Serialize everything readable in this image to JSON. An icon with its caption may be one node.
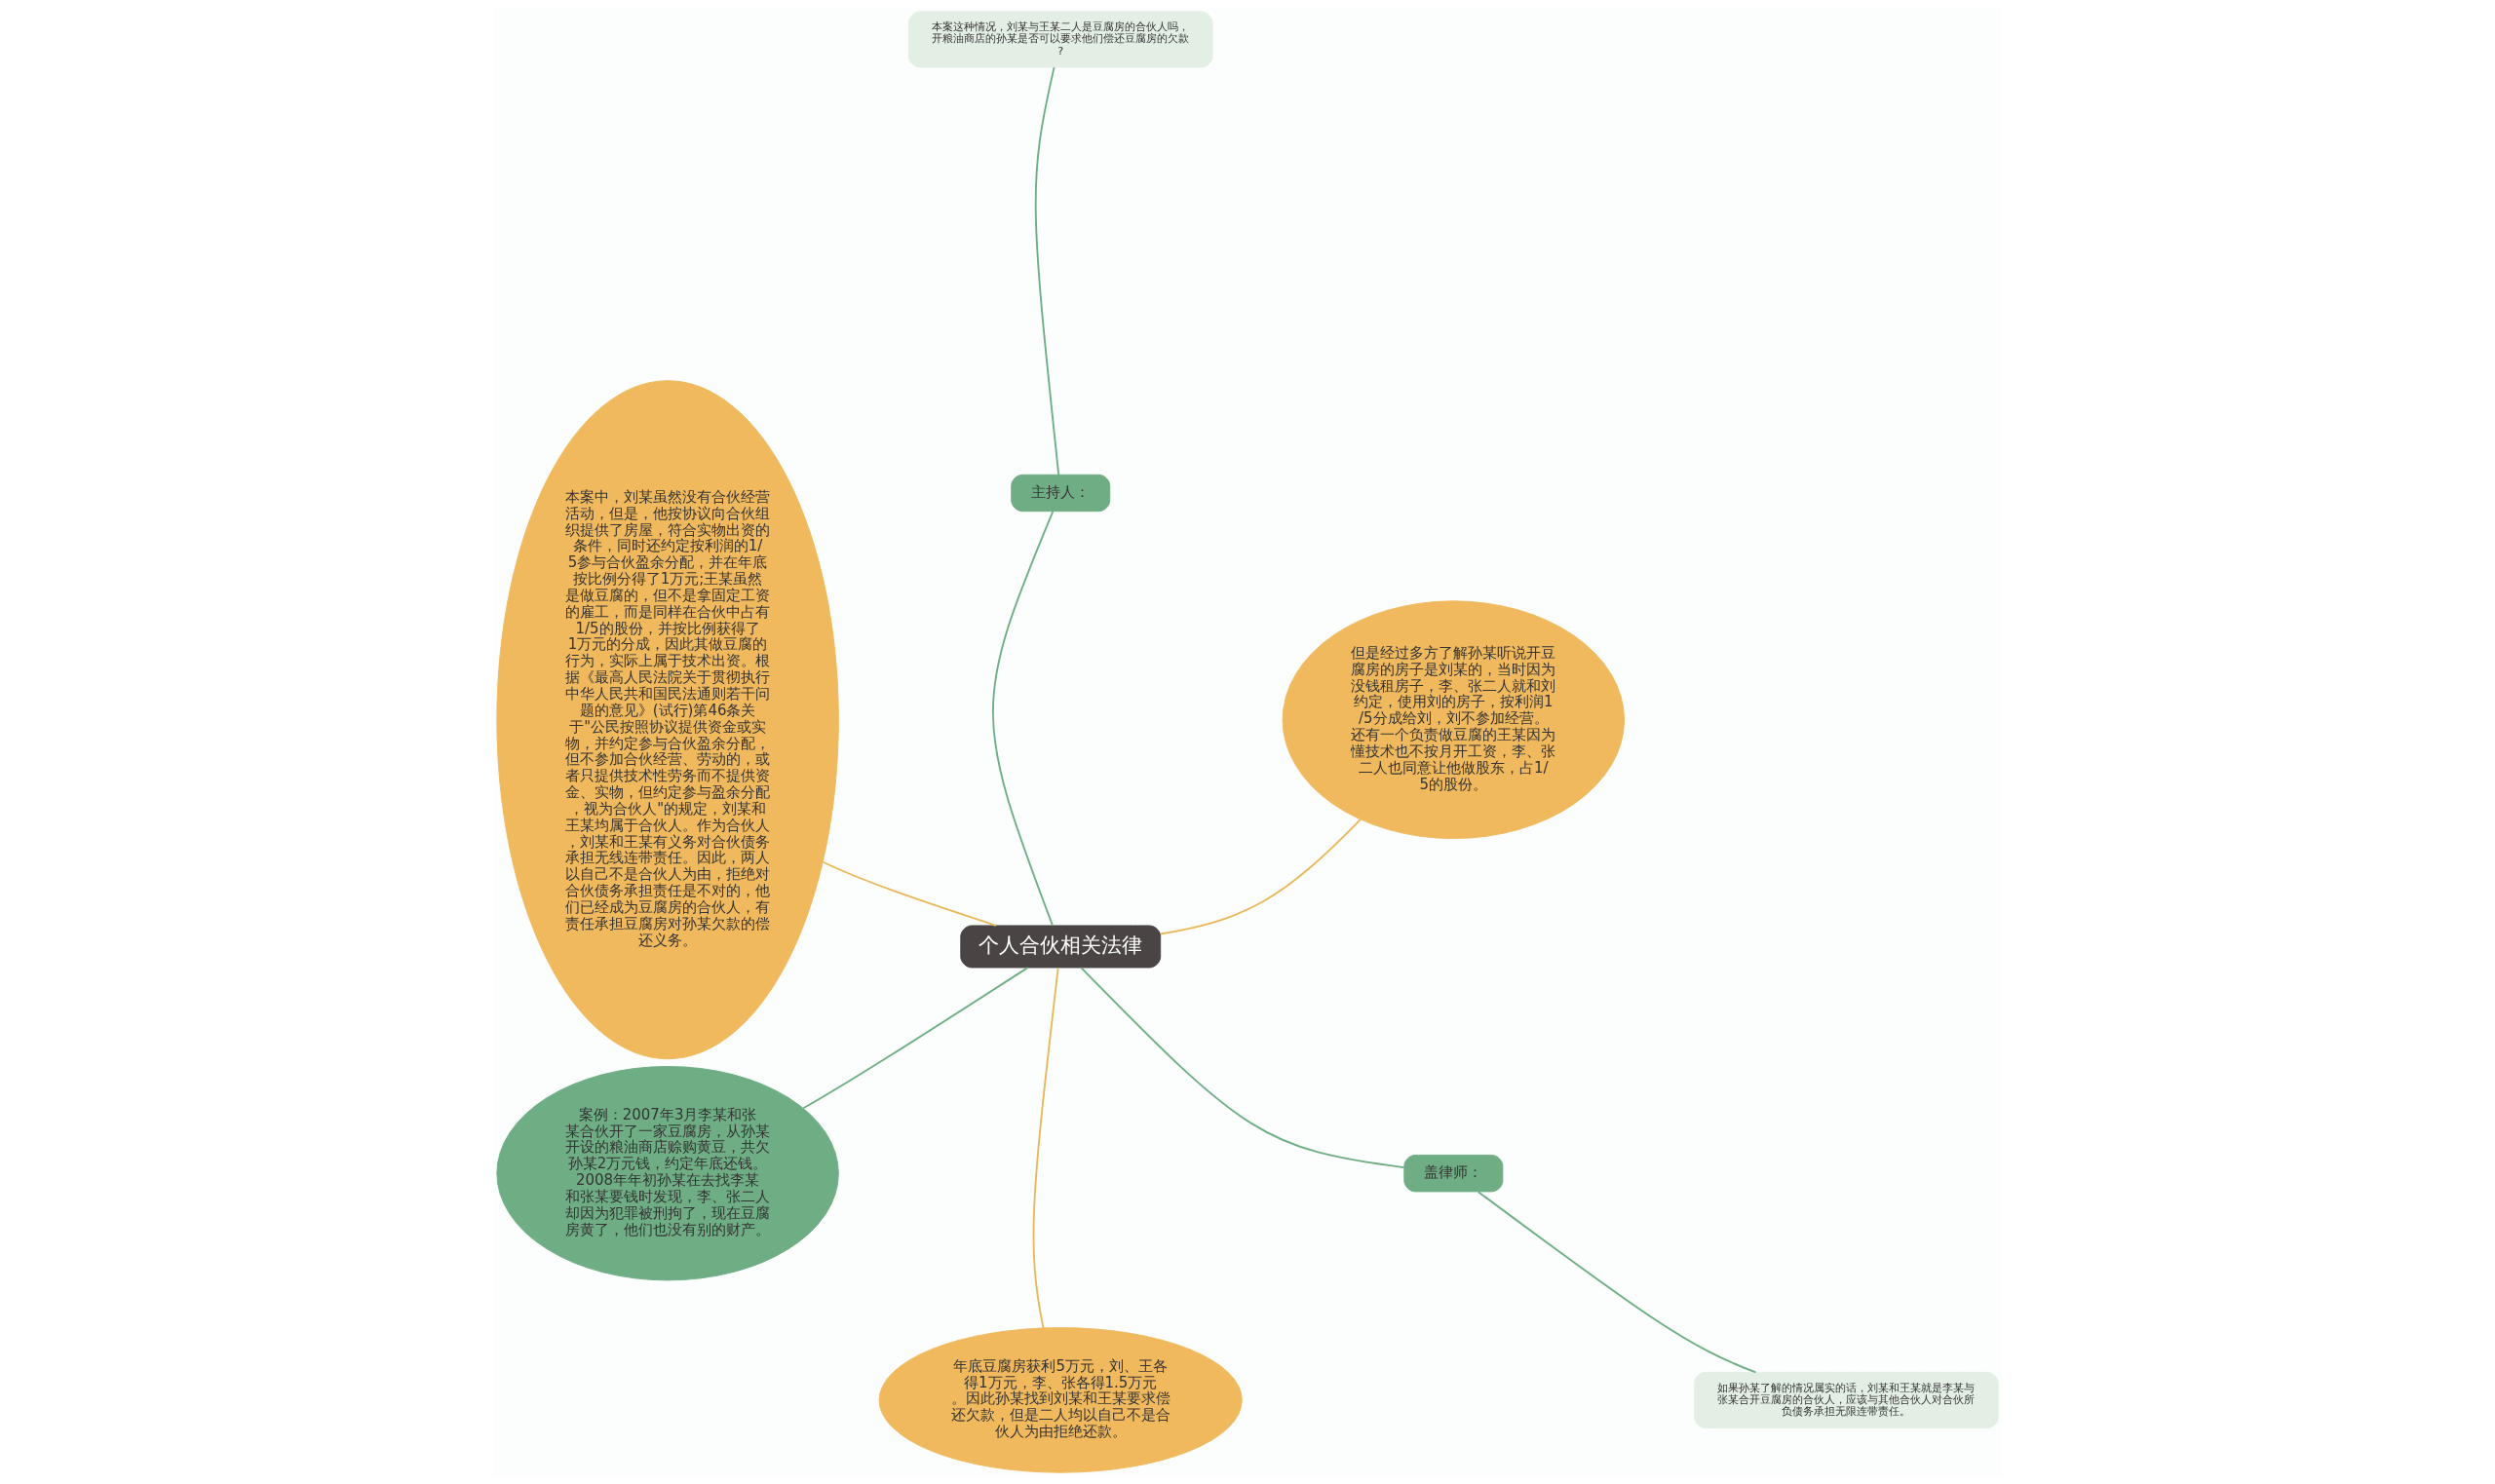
{
  "diagram": {
    "nodes": [
      {
        "text": [
          "个人合伙相关法律"
        ]
      },
      {
        "text": [
          "但是经过多方了解孙某听说开豆腐房的房子是刘某的，当时因为没钱租房子，李、张二人就和刘约定，使用刘的房子，按利润1/5分成给刘，刘不参加经营。还有一个负责做豆腐的王某因为懂技术也不按月开工资，李、张二人也同意让他做股东，占1/5的股份。"
        ]
      },
      {
        "text": [
          "主持人："
        ]
      },
      {
        "text": [
          "本案这种情况，刘某与王某二人是豆腐房的合伙人吗，开粮油商店的孙某是否可以要求他们偿还豆腐房的欠款?"
        ]
      },
      {
        "text": [
          "本案中，刘某虽然没有合伙经营活动，但是，他按协议向合伙组织提供了房屋，符合实物出资的条件，同时还约定按利润的1/5参与合伙盈余分配，并在年底按比例分得了1万元;王某虽然是做豆腐的，但不是拿固定工资的雇工，而是同样在合伙中占有1/5的股份，并按比例获得了1万元的分成，因此其做豆腐的行为，实际上属于技术出资。根据《最高人民法院关于贯彻执行中华人民共和国民法通则若干问题的意见》(试行)第46条关于\"公民按照协议提供资金或实物，并约定参与合伙盈余分配，但不参加合伙经营、劳动的，或者只提供技术性劳务而不提供资金、实物，但约定参与盈余分配，视为合伙人\"的规定，刘某和王某均属于合伙人。作为合伙人，刘某和王某有义务对合伙债务承担无线连带责任。因此，两人以自己不是合伙人为由，拒绝对合伙债务承担责任是不对的，他们已经成为豆腐房的合伙人，有责任承担豆腐房对孙某欠款的偿还义务。"
        ]
      },
      {
        "text": [
          "案例：2007年3月李某和张某合伙开了一家豆腐房，从孙某开设的粮油商店赊购黄豆，共欠孙某2万元钱，约定年底还钱。2008年年初孙某在去找李某和张某要钱时发现，李、张二人却因为犯罪被刑拘了，现在豆腐房黄了，他们也没有别的财产。"
        ]
      },
      {
        "text": [
          "年底豆腐房获利5万元，刘、王各得1万元，李、张各得1.5万元。因此孙某找到刘某和王某要求偿还欠款，但是二人均以自己不是合伙人为由拒绝还款。"
        ]
      },
      {
        "text": [
          "盖律师："
        ]
      },
      {
        "text": [
          "如果孙某了解的情况属实的话，刘某和王某就是李某与张某合开豆腐房的合伙人，应该与其他合伙人对合伙所负债务承担无限连带责任。"
        ]
      }
    ],
    "edges": [
      {
        "from": 0,
        "to": 1,
        "arrow": "none",
        "color": "#e8b85a"
      },
      {
        "from": 0,
        "to": 2,
        "arrow": "none"
      },
      {
        "from": 2,
        "to": 3,
        "arrow": "none"
      },
      {
        "from": 0,
        "to": 4,
        "arrow": "none",
        "color": "#e8b85a"
      },
      {
        "from": 0,
        "to": 5,
        "arrow": "none"
      },
      {
        "from": 0,
        "to": 6,
        "arrow": "none",
        "color": "#e8b85a"
      },
      {
        "from": 0,
        "to": 7,
        "arrow": "none"
      },
      {
        "from": 7,
        "to": 8,
        "arrow": "none"
      }
    ]
  }
}
